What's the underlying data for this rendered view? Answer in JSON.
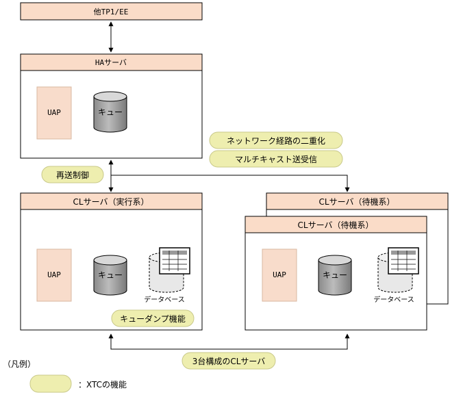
{
  "top_box": {
    "label": "他TP1/EE"
  },
  "ha_server": {
    "title": "HAサーバ",
    "uap": "UAP",
    "queue": "キュー"
  },
  "cl_active": {
    "title": "CLサーバ（実行系）",
    "uap": "UAP",
    "queue": "キュー",
    "db": "データベース"
  },
  "cl_standby_back": {
    "title": "CLサーバ（待機系）"
  },
  "cl_standby_front": {
    "title": "CLサーバ（待機系）",
    "uap": "UAP",
    "queue": "キュー",
    "db": "データベース"
  },
  "xtc_features": {
    "network_dup": "ネットワーク経路の二重化",
    "multicast": "マルチキャスト送受信",
    "resend": "再送制御",
    "queue_dump": "キューダンプ機能",
    "three_cl": "3台構成のCLサーバ"
  },
  "legend": {
    "heading": "（凡例）",
    "xtc": "：XTCの機能"
  },
  "colors": {
    "header_fill": "#fadcc8",
    "uap_fill": "#f8dccb",
    "pill_fill": "#eeeeaf",
    "queue_fill": "#a8a8a8"
  }
}
